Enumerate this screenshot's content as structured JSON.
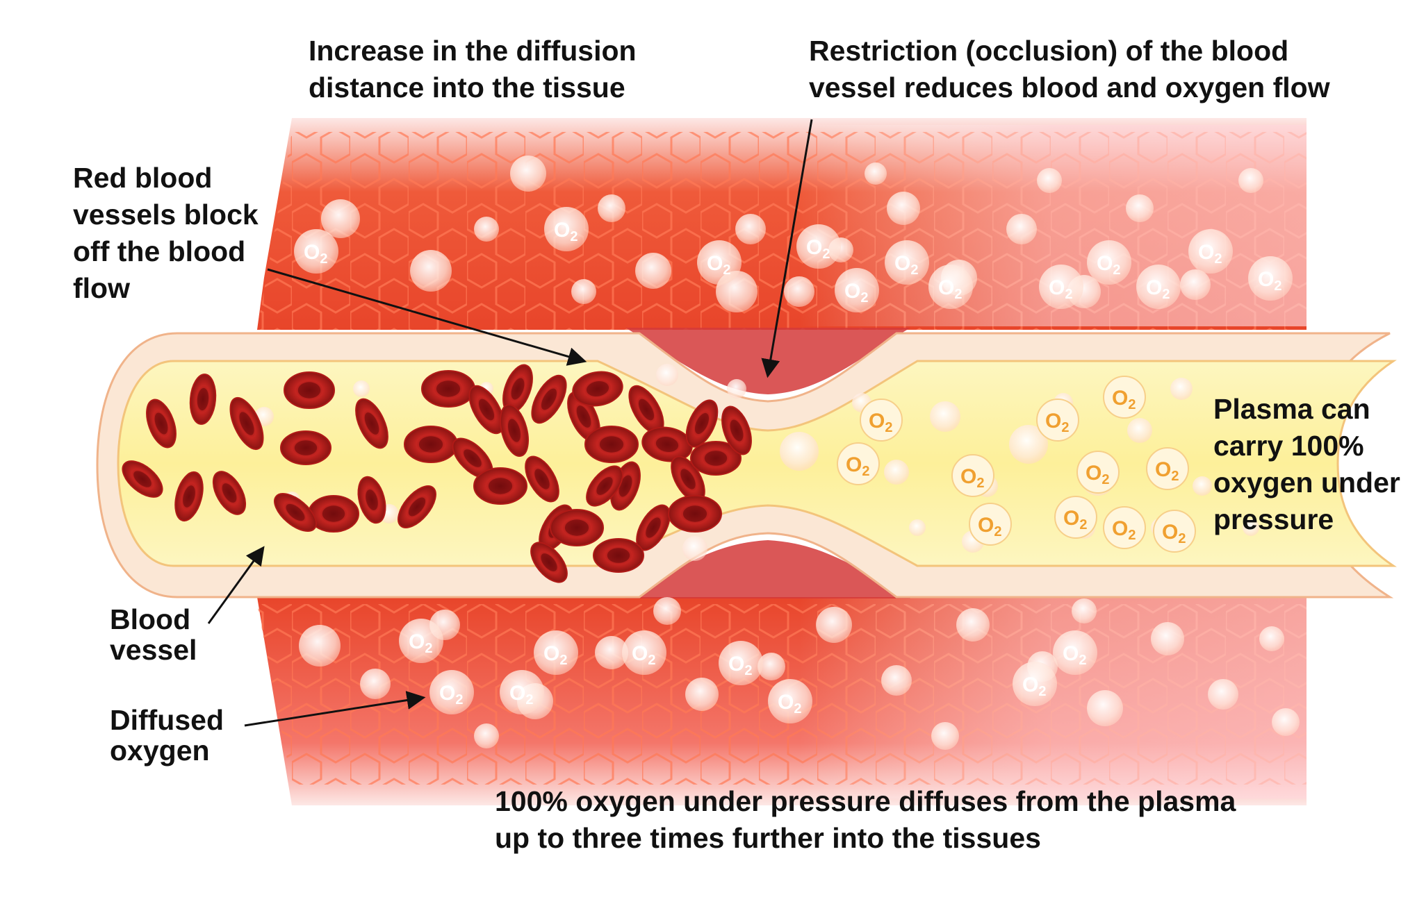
{
  "diagram": {
    "labels": {
      "diffusion_distance": [
        "Increase in the diffusion",
        "distance into the tissue"
      ],
      "occlusion": [
        "Restriction (occlusion) of the blood",
        "vessel reduces blood and oxygen flow"
      ],
      "red_blood_block": [
        "Red blood",
        "vessels block",
        "off the blood",
        "flow"
      ],
      "plasma": [
        "Plasma can",
        "carry 100%",
        "oxygen under",
        "pressure"
      ],
      "blood_vessel": [
        "Blood",
        "vessel"
      ],
      "diffused_oxygen": [
        "Diffused",
        "oxygen"
      ],
      "bottom_caption": [
        "100% oxygen under pressure diffuses from the plasma",
        "up to three times further into the tissues"
      ]
    },
    "molecule_label": "O2",
    "colors": {
      "tissue_red": "#e8452a",
      "tissue_pink": "#f6a7a6",
      "plasma_yellow": "#fdf4a8",
      "vessel_wall": "#fbe7d5",
      "rbc": "#b01a17",
      "o2_plasma": "#f0a030",
      "text": "#111111"
    }
  }
}
